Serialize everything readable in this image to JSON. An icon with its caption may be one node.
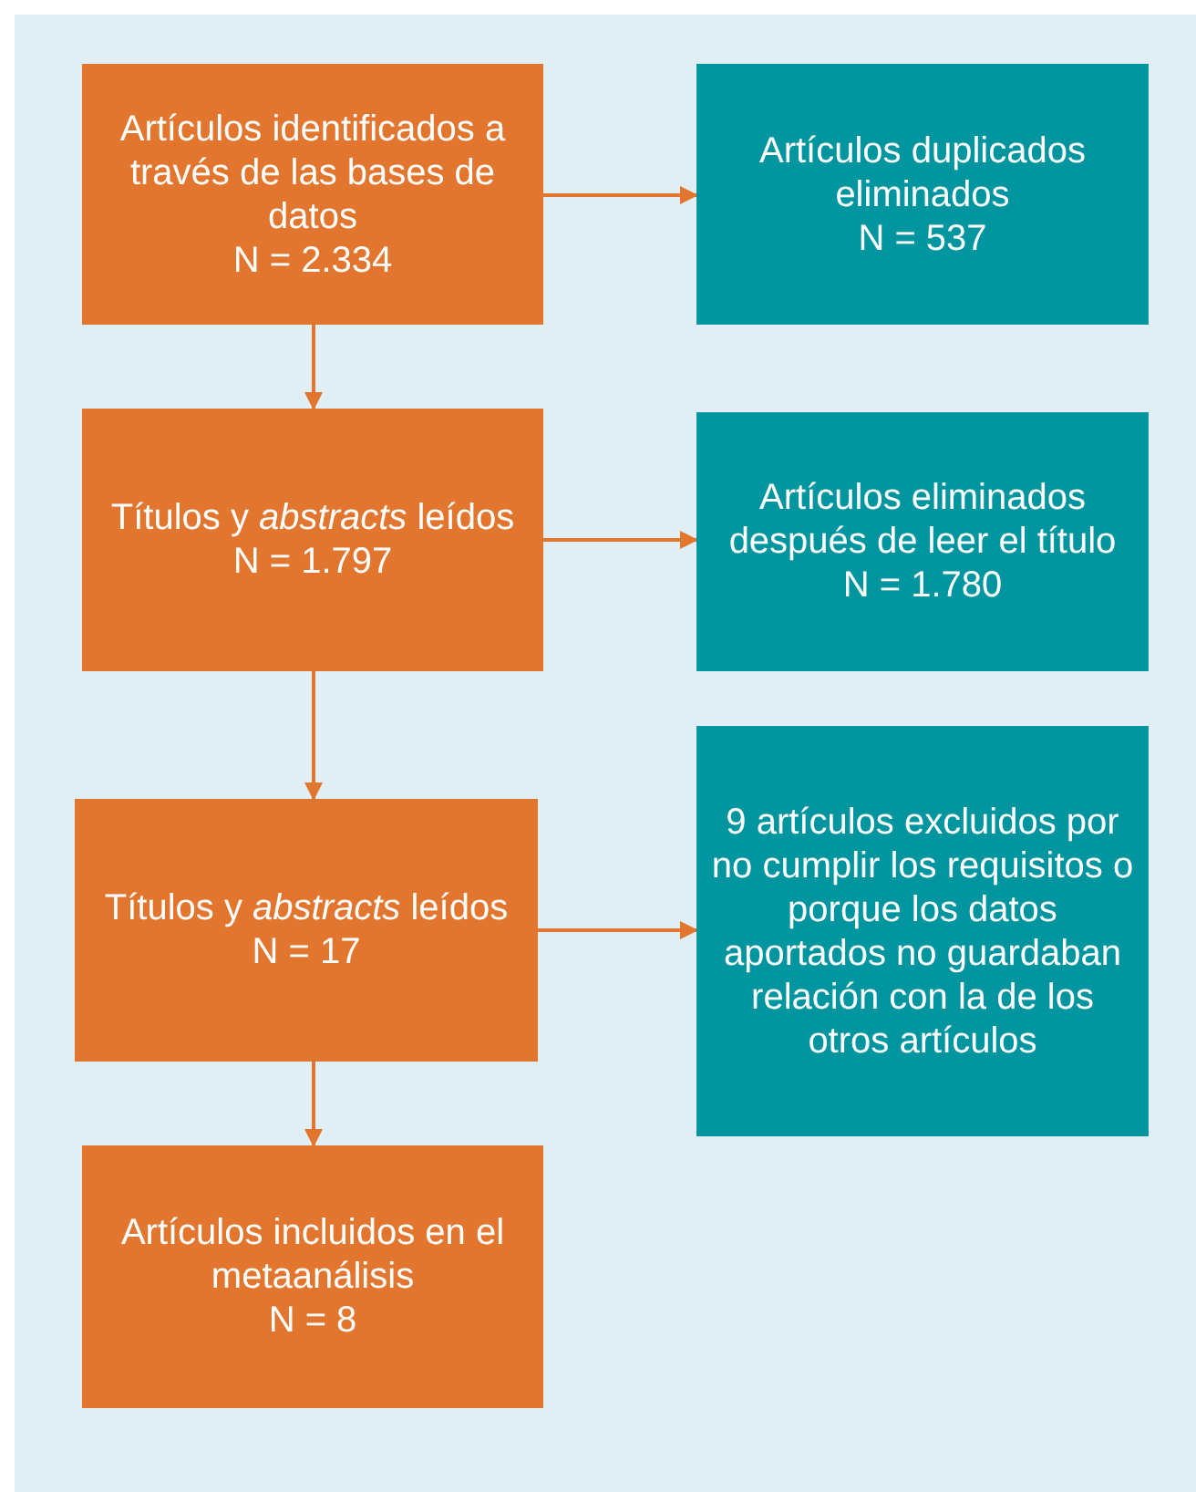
{
  "diagram": {
    "nodes": [
      {
        "text": [
          "Artículos identificados a través de las bases de datos",
          "N = 2.334"
        ]
      },
      {
        "text": [
          "Artículos duplicados eliminados",
          "N = 537"
        ]
      },
      {
        "text": [
          "Títulos y *abstracts* leídos",
          "N = 1.797"
        ]
      },
      {
        "text": [
          "Artículos eliminados después de leer el título",
          "N = 1.780"
        ]
      },
      {
        "text": [
          "Títulos y *abstracts* leídos",
          "N = 17"
        ]
      },
      {
        "text": [
          "9 artículos excluidos por no cumplir los requisitos o porque los datos aportados no guardaban relación con la de los otros artículos"
        ]
      },
      {
        "text": [
          "Artículos incluidos en el metaanálisis",
          "N = 8"
        ]
      }
    ],
    "edges": [
      {
        "from": 0,
        "to": 1,
        "arrow": "to"
      },
      {
        "from": 0,
        "to": 2,
        "arrow": "to"
      },
      {
        "from": 2,
        "to": 3,
        "arrow": "to"
      },
      {
        "from": 2,
        "to": 4,
        "arrow": "to"
      },
      {
        "from": 4,
        "to": 5,
        "arrow": "to"
      },
      {
        "from": 4,
        "to": 6,
        "arrow": "to"
      }
    ]
  }
}
